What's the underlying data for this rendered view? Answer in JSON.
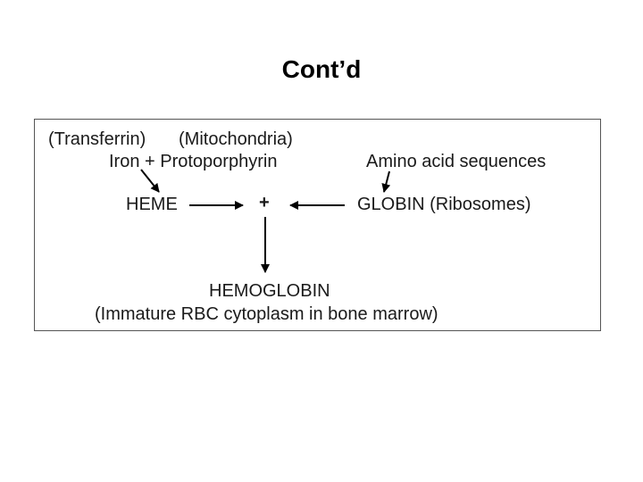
{
  "title": "Cont’d",
  "diagram": {
    "transferrin": "(Transferrin)",
    "mitochondria": "(Mitochondria)",
    "iron_protoporphyrin": "Iron + Protoporphyrin",
    "amino_acid": "Amino acid sequences",
    "heme": "HEME",
    "plus": "+",
    "globin": "GLOBIN (Ribosomes)",
    "hemoglobin": "HEMOGLOBIN",
    "location": "(Immature RBC cytoplasm in bone marrow)"
  },
  "colors": {
    "text": "#1a1a1a",
    "arrow": "#000000",
    "border": "#555555"
  }
}
